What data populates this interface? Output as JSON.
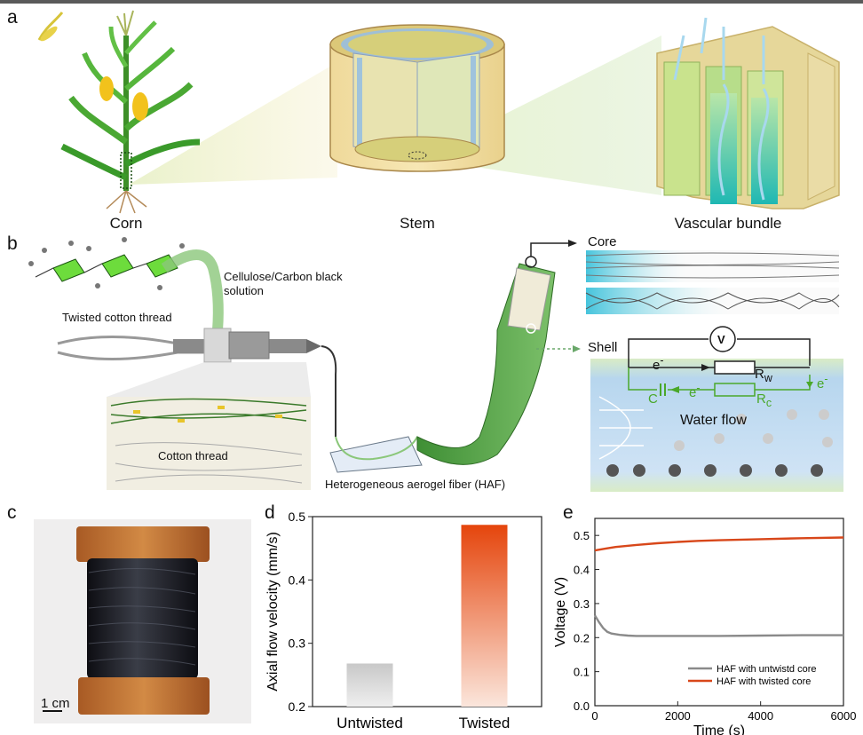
{
  "panels": {
    "a": "a",
    "b": "b",
    "c": "c",
    "d": "d",
    "e": "e"
  },
  "panel_a": {
    "corn": "Corn",
    "stem": "Stem",
    "vascular": "Vascular bundle"
  },
  "panel_b": {
    "solution": "Cellulose/Carbon black\nsolution",
    "thread": "Twisted cotton thread",
    "cotton": "Cotton thread",
    "haf": "Heterogeneous aerogel fiber (HAF)",
    "core": "Core",
    "shell": "Shell",
    "water_flow": "Water flow",
    "v_symbol": "V",
    "e_label": "e",
    "minus": "-",
    "c_label": "C",
    "rw": "R",
    "rw_sub": "w",
    "rc": "R",
    "rc_sub": "c"
  },
  "panel_c": {
    "scale": "1 cm"
  },
  "colors": {
    "green": "#5ea34a",
    "orange": "#e24a12",
    "gray": "#8c8c8c",
    "cyan": "#57c9d9",
    "wood": "#c97a3a"
  },
  "chart_data": [
    {
      "id": "d",
      "type": "bar",
      "categories": [
        "Untwisted",
        "Twisted"
      ],
      "values": [
        0.268,
        0.487
      ],
      "ylabel": "Axial flow velocity (mm/s)",
      "xlabel": "",
      "ylim": [
        0.2,
        0.5
      ],
      "yticks": [
        "0.2",
        "0.3",
        "0.4",
        "0.5"
      ],
      "colors": [
        "#c8c8c8",
        "#e5450c"
      ]
    },
    {
      "id": "e",
      "type": "line",
      "xlabel": "Time (s)",
      "ylabel": "Voltage (V)",
      "xlim": [
        0,
        6000
      ],
      "ylim": [
        0,
        0.55
      ],
      "xticks": [
        "0",
        "2000",
        "4000",
        "6000"
      ],
      "yticks": [
        "0.0",
        "0.1",
        "0.2",
        "0.3",
        "0.4",
        "0.5"
      ],
      "legend_position": "bottom-right",
      "series": [
        {
          "name": "HAF with untwistd core",
          "color": "#8a8a8a",
          "x": [
            0,
            100,
            200,
            300,
            400,
            600,
            800,
            1000,
            1500,
            2000,
            3000,
            4000,
            5000,
            6000
          ],
          "y": [
            0.265,
            0.245,
            0.228,
            0.217,
            0.212,
            0.208,
            0.206,
            0.205,
            0.205,
            0.205,
            0.205,
            0.206,
            0.207,
            0.207
          ]
        },
        {
          "name": "HAF with twisted core",
          "color": "#d8471a",
          "x": [
            0,
            250,
            500,
            1000,
            1500,
            2000,
            2500,
            3000,
            4000,
            5000,
            6000
          ],
          "y": [
            0.456,
            0.461,
            0.466,
            0.472,
            0.477,
            0.481,
            0.484,
            0.486,
            0.489,
            0.492,
            0.494
          ]
        }
      ]
    }
  ]
}
